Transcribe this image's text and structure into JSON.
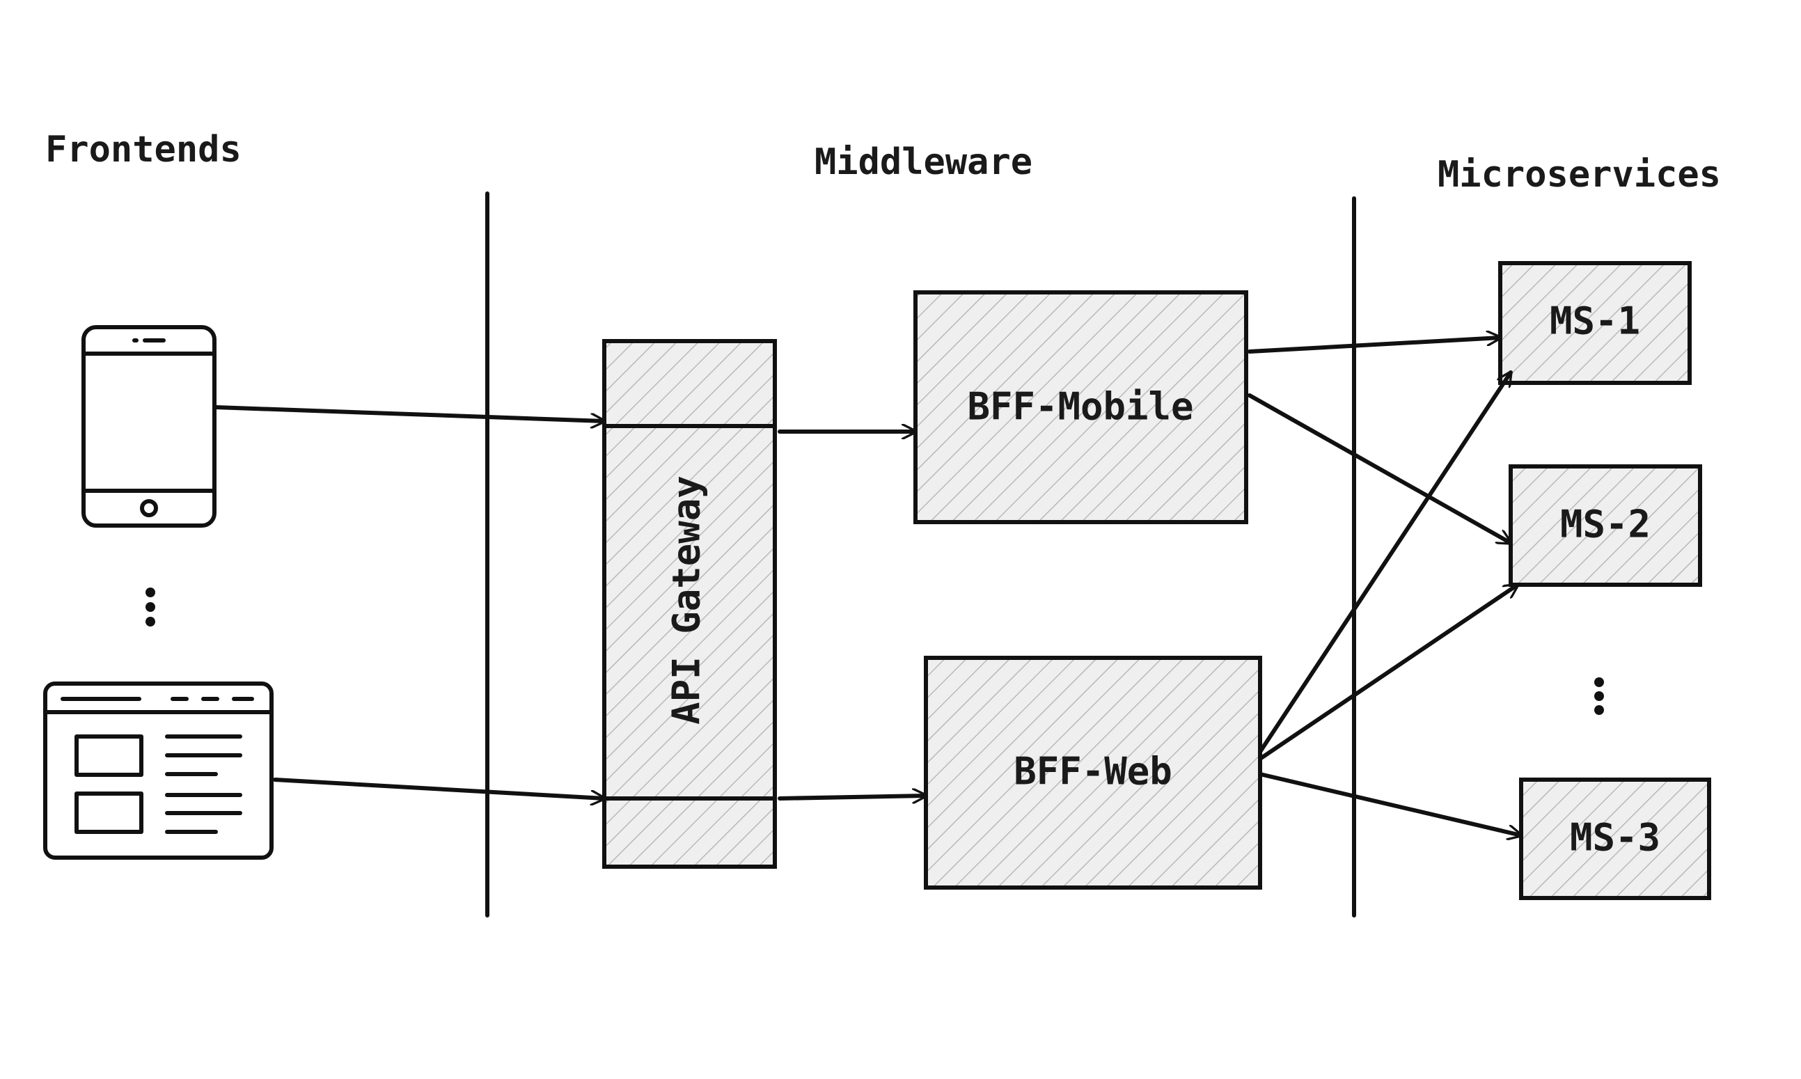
{
  "sections": {
    "frontends": "Frontends",
    "middleware": "Middleware",
    "microservices": "Microservices"
  },
  "boxes": {
    "api_gateway": "API Gateway",
    "bff_mobile": "BFF-Mobile",
    "bff_web": "BFF-Web",
    "ms1": "MS-1",
    "ms2": "MS-2",
    "ms3": "MS-3"
  },
  "icons": {
    "mobile": "mobile-phone-icon",
    "web": "browser-window-icon",
    "more_frontends": "vertical-ellipsis-icon",
    "more_services": "vertical-ellipsis-icon"
  },
  "colors": {
    "stroke": "#111111",
    "box_fill": "#efefef",
    "hatch": "#b9b9b9"
  }
}
